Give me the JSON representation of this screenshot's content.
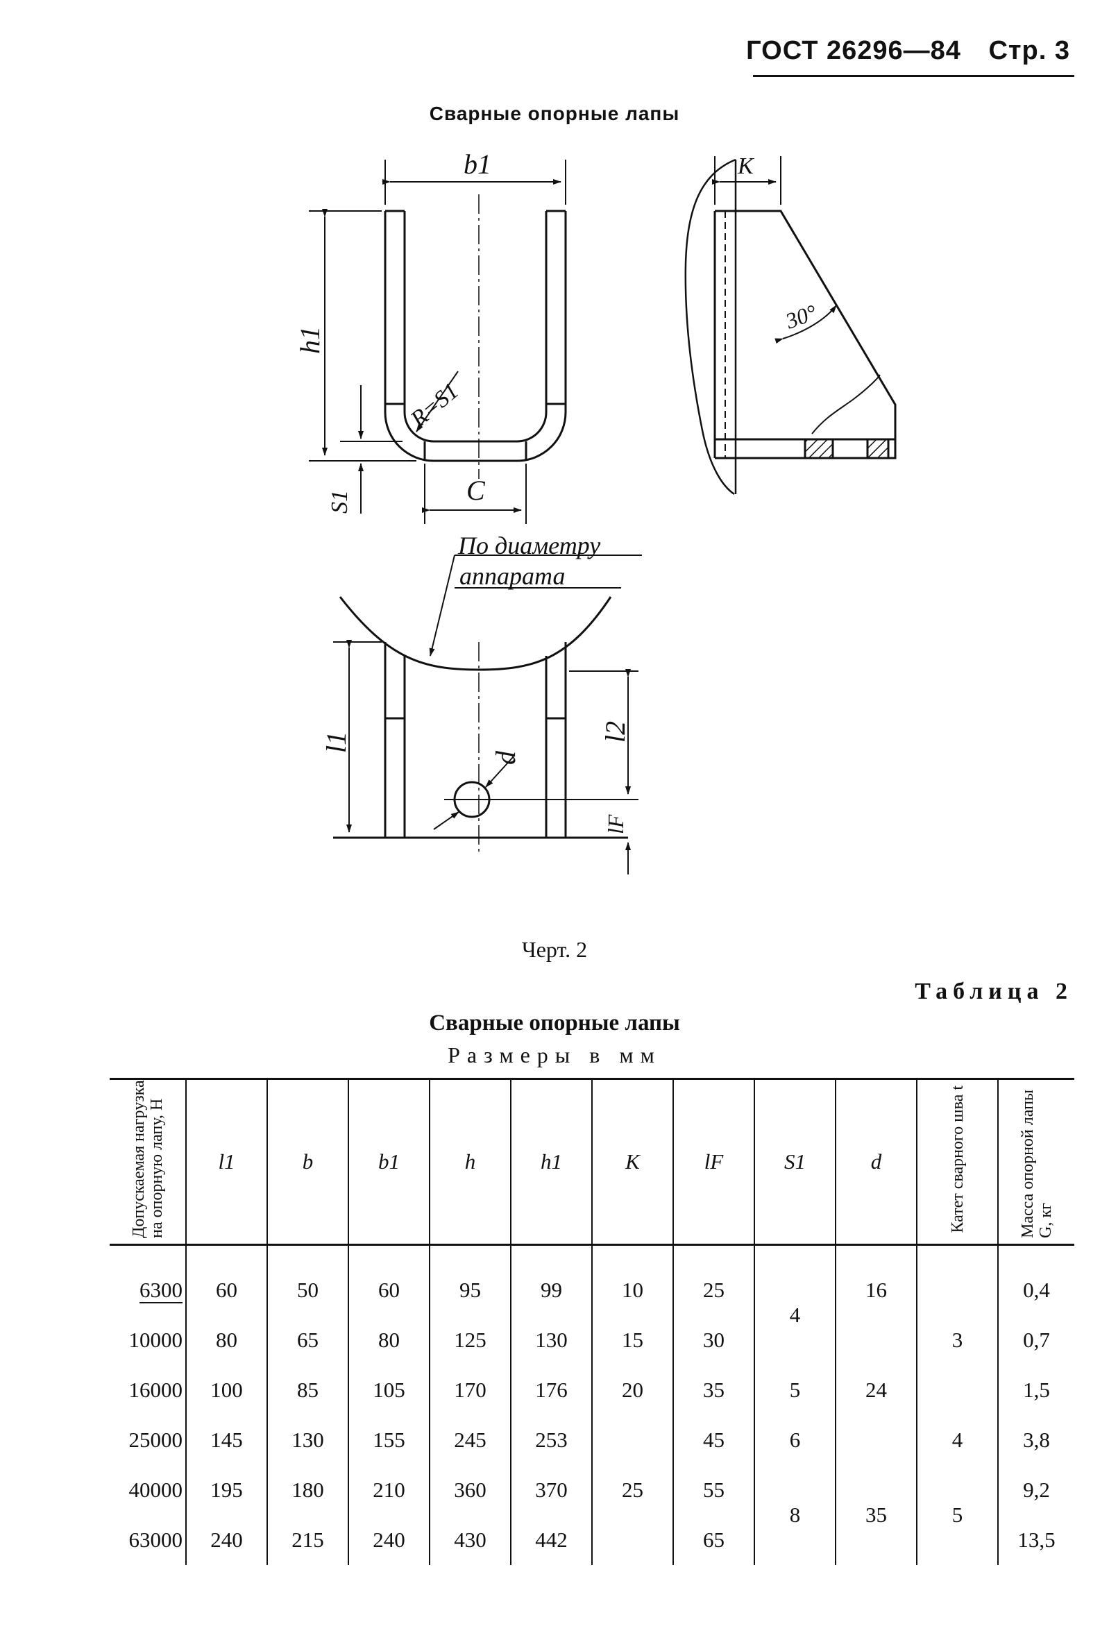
{
  "header": {
    "standard": "ГОСТ 26296—84",
    "page": "Стр. 3"
  },
  "section_title": "Сварные опорные лапы",
  "drawing": {
    "labels": {
      "b1": "b1",
      "h1": "h1",
      "r": "R=S1",
      "s1": "S1",
      "c": "C",
      "k": "K",
      "angle": "30°",
      "l1": "l1",
      "l2": "l2",
      "lf": "lF",
      "d": "d",
      "note_line1": "По диаметру",
      "note_line2": "аппарата"
    }
  },
  "caption": "Черт. 2",
  "table_label": "Таблица 2",
  "table_title": "Сварные опорные лапы",
  "table_units": "Размеры в мм",
  "columns": {
    "load": "Допускаемая нагрузка на опорную лапу, Н",
    "l1": "l1",
    "b": "b",
    "b1": "b1",
    "h": "h",
    "h1": "h1",
    "k": "K",
    "lf": "lF",
    "s1": "S1",
    "d": "d",
    "weld": "Катет сварного шва t",
    "mass": "Масса опорной лапы G, кг"
  },
  "rows": [
    {
      "load": "6300",
      "l1": "60",
      "b": "50",
      "b1": "60",
      "h": "95",
      "h1": "99",
      "k": "10",
      "lf": "25",
      "mass": "0,4"
    },
    {
      "load": "10000",
      "l1": "80",
      "b": "65",
      "b1": "80",
      "h": "125",
      "h1": "130",
      "k": "15",
      "lf": "30",
      "mass": "0,7"
    },
    {
      "load": "16000",
      "l1": "100",
      "b": "85",
      "b1": "105",
      "h": "170",
      "h1": "176",
      "k": "20",
      "lf": "35",
      "mass": "1,5"
    },
    {
      "load": "25000",
      "l1": "145",
      "b": "130",
      "b1": "155",
      "h": "245",
      "h1": "253",
      "lf": "45",
      "mass": "3,8"
    },
    {
      "load": "40000",
      "l1": "195",
      "b": "180",
      "b1": "210",
      "h": "360",
      "h1": "370",
      "lf": "55",
      "mass": "9,2"
    },
    {
      "load": "63000",
      "l1": "240",
      "b": "215",
      "b1": "240",
      "h": "430",
      "h1": "442",
      "lf": "65",
      "mass": "13,5"
    }
  ],
  "merged": {
    "k_25": "25",
    "s1_4": "4",
    "s1_5": "5",
    "s1_6": "6",
    "s1_8": "8",
    "d_16": "16",
    "d_24": "24",
    "d_35": "35",
    "weld_3": "3",
    "weld_4": "4",
    "weld_5": "5"
  }
}
